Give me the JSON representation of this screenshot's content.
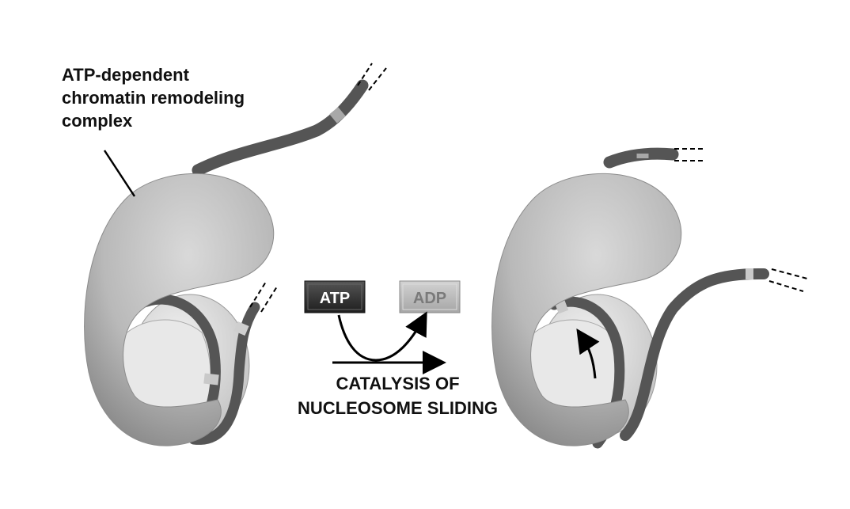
{
  "label": {
    "line1": "ATP-dependent",
    "line2": "chromatin remodeling",
    "line3": "complex"
  },
  "reaction": {
    "reactant": "ATP",
    "product": "ADP",
    "caption_line1": "CATALYSIS OF",
    "caption_line2": "NUCLEOSOME SLIDING"
  },
  "colors": {
    "dna": "#555555",
    "complex": "#b9b9b9",
    "histone": "#dedede",
    "atp_box": "#2e2e2e",
    "adp_box": "#b5b5b5"
  }
}
